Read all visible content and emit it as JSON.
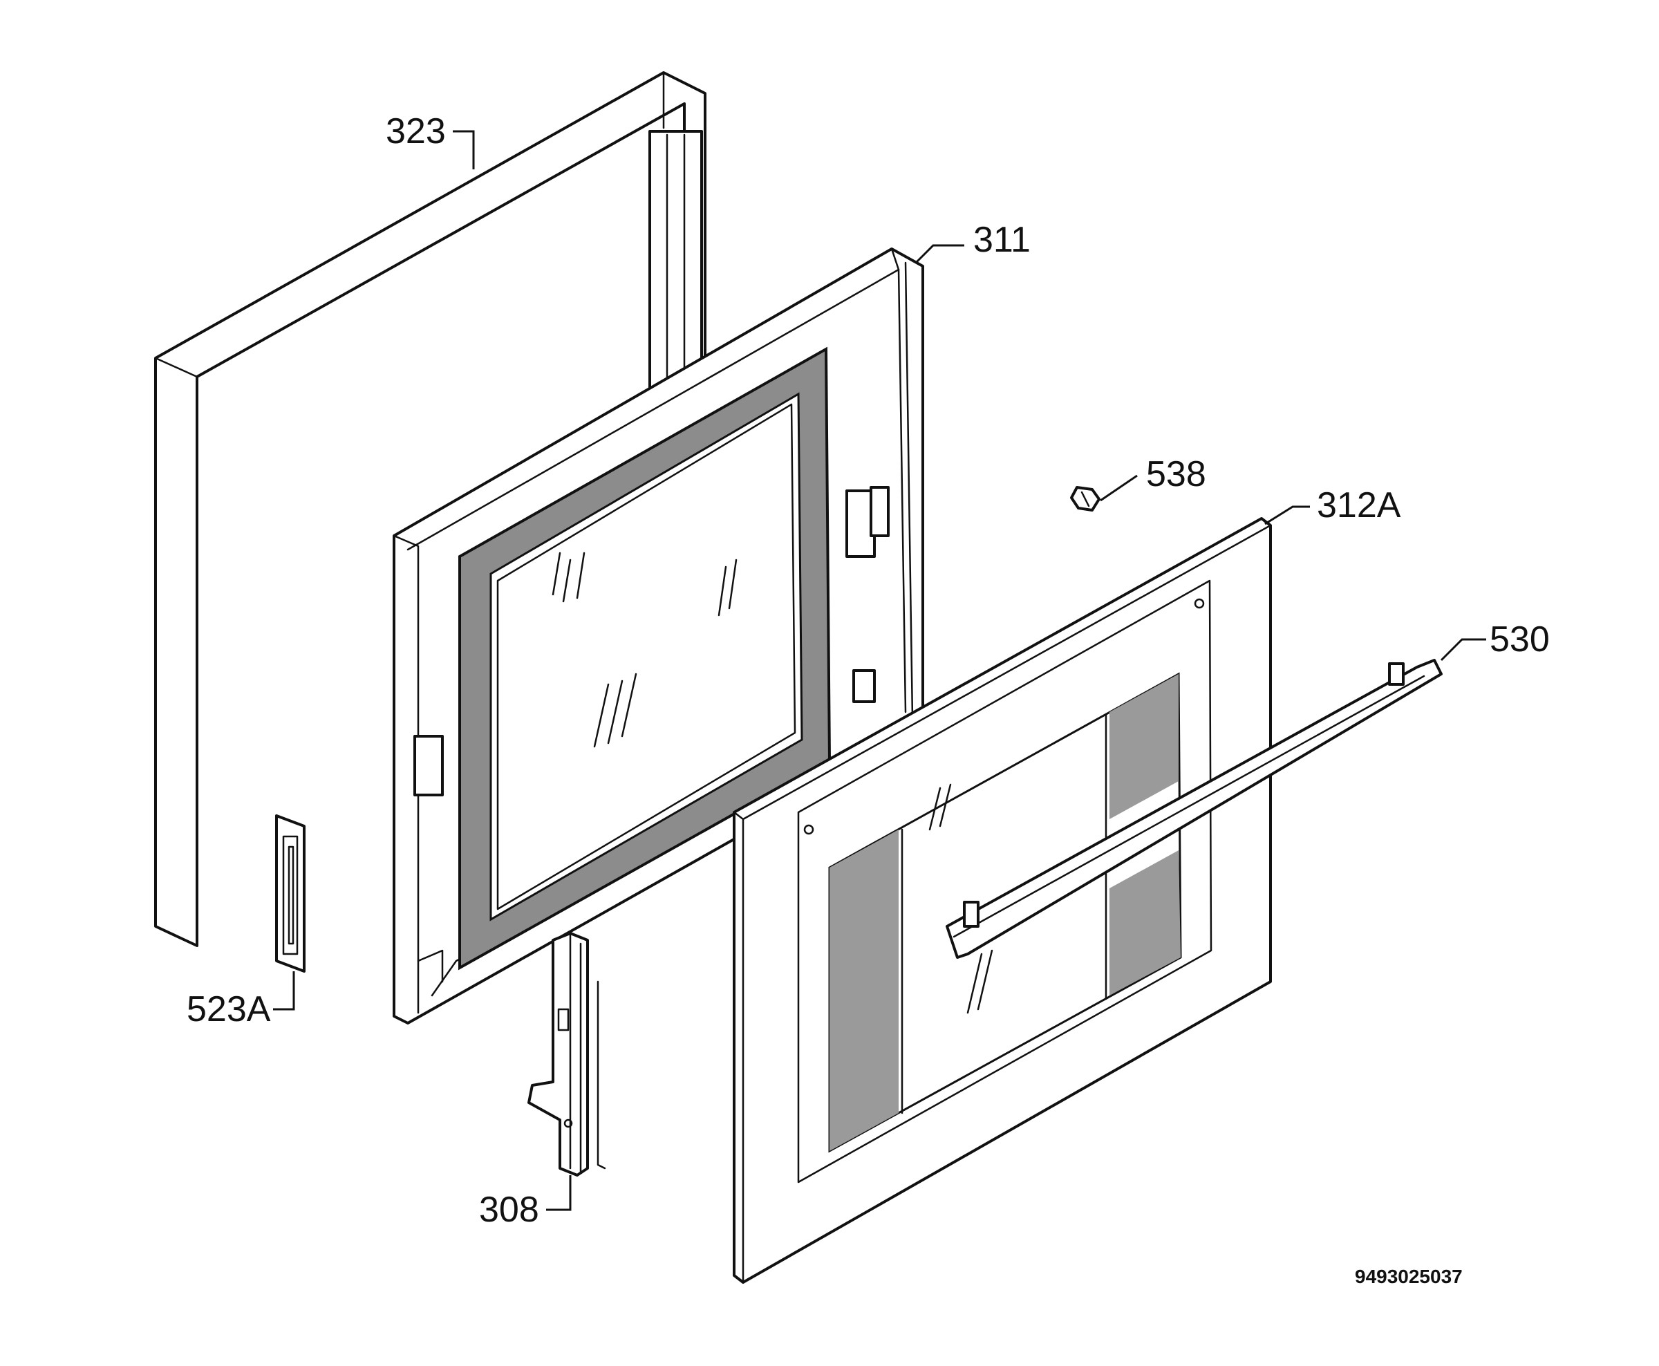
{
  "labels": {
    "p323": "323",
    "p311": "311",
    "p538": "538",
    "p312a": "312A",
    "p530": "530",
    "p523a": "523A",
    "p308": "308"
  },
  "drawing_code": "9493025037"
}
